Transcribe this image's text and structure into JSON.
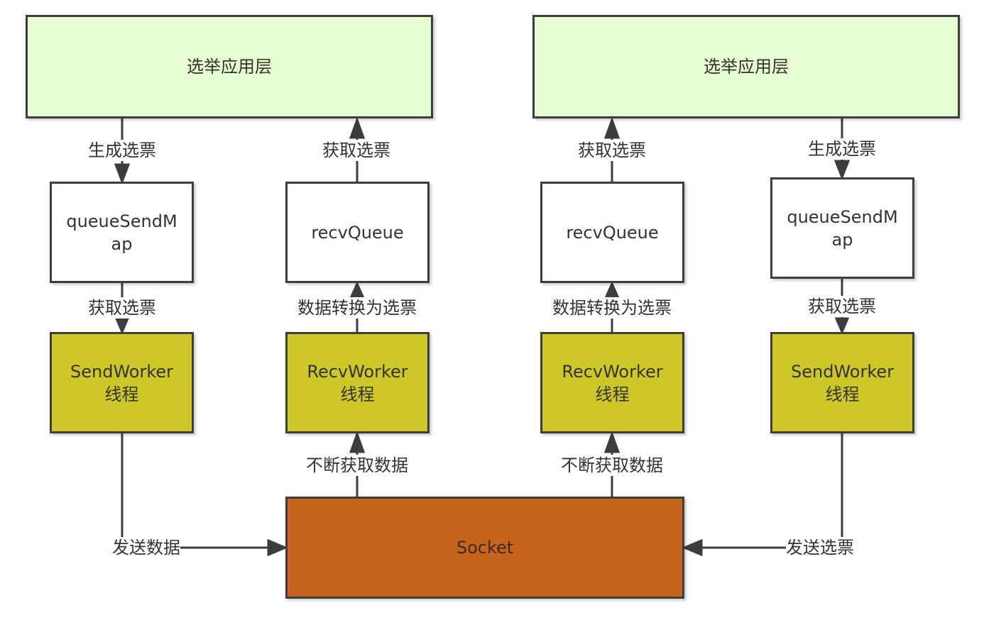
{
  "colors": {
    "app": "#e6fdd1",
    "queue": "#ffffff",
    "worker": "#cdc727",
    "socket": "#c8631c",
    "line": "#3d3d3d"
  },
  "left": {
    "app": "选举应用层",
    "send_queue": "queueSendM\nap",
    "recv_queue": "recvQueue",
    "send_worker": "SendWorker\n线程",
    "recv_worker": "RecvWorker\n线程",
    "gen_vote": "生成选票",
    "get_vote_top": "获取选票",
    "get_vote_mid": "获取选票",
    "convert": "数据转换为选票",
    "fetch_data": "不断获取数据",
    "send_data": "发送数据"
  },
  "right": {
    "app": "选举应用层",
    "send_queue": "queueSendM\nap",
    "recv_queue": "recvQueue",
    "send_worker": "SendWorker\n线程",
    "recv_worker": "RecvWorker\n线程",
    "gen_vote": "生成选票",
    "get_vote_top": "获取选票",
    "get_vote_mid": "获取选票",
    "convert": "数据转换为选票",
    "fetch_data": "不断获取数据",
    "send_vote": "发送选票"
  },
  "socket": "Socket"
}
